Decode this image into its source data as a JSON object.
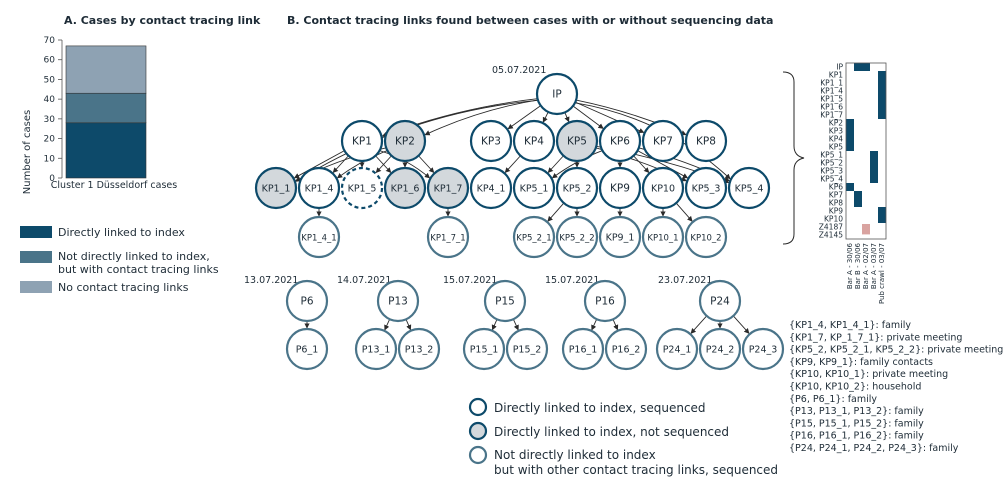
{
  "panel_a": {
    "title": "A. Cases by contact tracing link",
    "ylabel": "Number of cases",
    "xlabel": "Cluster 1 Düsseldorf cases",
    "yticks": [
      "0",
      "10",
      "20",
      "30",
      "40",
      "50",
      "60",
      "70"
    ],
    "legend": [
      "Directly linked to index",
      "Not directly linked to index,",
      "but with contact tracing links",
      "No contact tracing links"
    ],
    "colors": {
      "direct": "#0d4a6a",
      "indirect": "#4a7489",
      "none": "#8ea2b3"
    }
  },
  "chart_data": {
    "type": "bar",
    "stacked": true,
    "categories": [
      "Cluster 1 Düsseldorf cases"
    ],
    "series": [
      {
        "name": "Directly linked to index",
        "values": [
          28
        ]
      },
      {
        "name": "Not directly linked to index, but with contact tracing links",
        "values": [
          15
        ]
      },
      {
        "name": "No contact tracing links",
        "values": [
          24
        ]
      }
    ],
    "ylabel": "Number of cases",
    "ylim": [
      0,
      70
    ]
  },
  "panel_b": {
    "title": "B. Contact tracing links found between cases with or without sequencing data",
    "dates": [
      "05.07.2021",
      "13.07.2021",
      "14.07.2021",
      "15.07.2021",
      "15.07.2021",
      "23.07.2021"
    ],
    "nodes": {
      "IP": "IP",
      "KP1": "KP1",
      "KP2": "KP2",
      "KP3": "KP3",
      "KP4": "KP4",
      "KP5": "KP5",
      "KP6": "KP6",
      "KP7": "KP7",
      "KP8": "KP8",
      "KP1_1": "KP1_1",
      "KP1_4": "KP1_4",
      "KP1_5": "KP1_5",
      "KP1_6": "KP1_6",
      "KP1_7": "KP1_7",
      "KP4_1": "KP4_1",
      "KP5_1": "KP5_1",
      "KP5_2": "KP5_2",
      "KP9": "KP9",
      "KP10": "KP10",
      "KP5_3": "KP5_3",
      "KP5_4": "KP5_4",
      "KP1_4_1": "KP1_4_1",
      "KP1_7_1": "KP1_7_1",
      "KP5_2_1": "KP5_2_1",
      "KP5_2_2": "KP5_2_2",
      "KP9_1": "KP9_1",
      "KP10_1": "KP10_1",
      "KP10_2": "KP10_2",
      "P6": "P6",
      "P6_1": "P6_1",
      "P13": "P13",
      "P13_1": "P13_1",
      "P13_2": "P13_2",
      "P15": "P15",
      "P15_1": "P15_1",
      "P15_2": "P15_2",
      "P16": "P16",
      "P16_1": "P16_1",
      "P16_2": "P16_2",
      "P24": "P24",
      "P24_1": "P24_1",
      "P24_2": "P24_2",
      "P24_3": "P24_3"
    },
    "legend": [
      "Directly linked to index, sequenced",
      "Directly linked to index, not sequenced",
      "Not directly linked to index",
      "but with other contact tracing links, sequenced"
    ]
  },
  "heatmap": {
    "rows": [
      "IP",
      "KP1",
      "KP1_1",
      "KP1_4",
      "KP1_5",
      "KP1_6",
      "KP1_7",
      "KP2",
      "KP3",
      "KP4",
      "KP5",
      "KP5_1",
      "KP5_2",
      "KP5_3",
      "KP5_4",
      "KP6",
      "KP7",
      "KP8",
      "KP9",
      "KP10",
      "Z4187",
      "Z4145"
    ],
    "columns": [
      "Bar A - 30/06",
      "Bar B - 30/06",
      "Bar A - 02/07",
      "Bar A - 03/07",
      "Pub crawl - 03/07"
    ],
    "colors": {
      "blue": "#0d4a6a",
      "pink": "#d9a3a0"
    }
  },
  "relations": [
    "{KP1_4, KP1_4_1}: family",
    "{KP1_7, KP_1_7_1}: private meeting",
    "{KP5_2, KP5_2_1, KP5_2_2}: private meeting",
    "{KP9, KP9_1}: family contacts",
    "{KP10, KP10_1}: private meeting",
    "{KP10, KP10_2}: household",
    "{P6, P6_1}: family",
    "{P13, P13_1, P13_2}: family",
    "{P15, P15_1, P15_2}: family",
    "{P16, P16_1, P16_2}: family",
    "{P24, P24_1, P24_2, P24_3}: family"
  ]
}
